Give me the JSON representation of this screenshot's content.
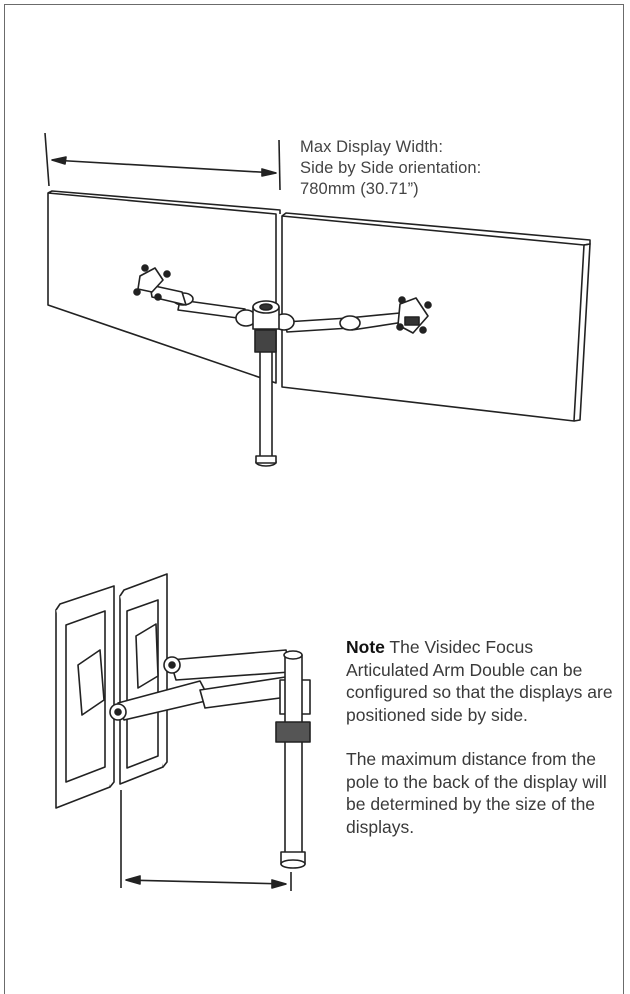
{
  "top_figure": {
    "dimension_label": {
      "line1": "Max Display Width:",
      "line2": "Side by Side orientation:",
      "line3": "780mm (30.71”)"
    }
  },
  "bottom_figure": {
    "note": {
      "bold": "Note",
      "text": " The Visidec Focus Articulated Arm Double can be configured so that the displays are positioned side by side.",
      "paragraph2": "The maximum distance from the pole to the back of the display will be determined by the size of the displays."
    }
  }
}
